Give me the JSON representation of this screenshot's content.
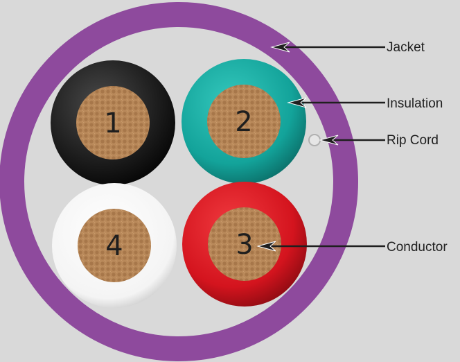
{
  "colors": {
    "background": "#d9d9d9",
    "jacket": "#8e4a9d",
    "conductor": "#b9895a",
    "insulation_1": "#1a1a1a",
    "insulation_2": "#13a39a",
    "insulation_3": "#d4141e",
    "insulation_4": "#f4f4f4",
    "rip_cord": "#e6e6e6"
  },
  "conductors": [
    {
      "number": "1",
      "insulation_color": "black"
    },
    {
      "number": "2",
      "insulation_color": "teal"
    },
    {
      "number": "3",
      "insulation_color": "red"
    },
    {
      "number": "4",
      "insulation_color": "white"
    }
  ],
  "callouts": [
    {
      "label": "Jacket"
    },
    {
      "label": "Insulation"
    },
    {
      "label": "Rip Cord"
    },
    {
      "label": "Conductor"
    }
  ]
}
